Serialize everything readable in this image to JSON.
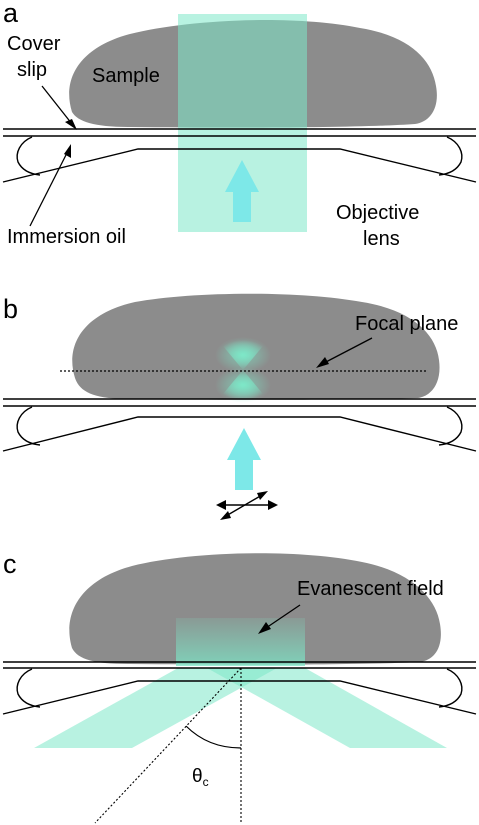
{
  "panels": {
    "a": {
      "letter": "a",
      "cover_slip_line1": "Cover",
      "cover_slip_line2": "slip",
      "sample": "Sample",
      "immersion_oil": "Immersion oil",
      "objective_line1": "Objective",
      "objective_line2": "lens"
    },
    "b": {
      "letter": "b",
      "focal_plane": "Focal plane"
    },
    "c": {
      "letter": "c",
      "evanescent_field": "Evanescent field",
      "theta": "θ",
      "theta_sub": "c"
    }
  },
  "colors": {
    "sample": "#8c8c8c",
    "light": "#7de8c8",
    "arrow": "#7de8e8",
    "line": "#000000"
  }
}
